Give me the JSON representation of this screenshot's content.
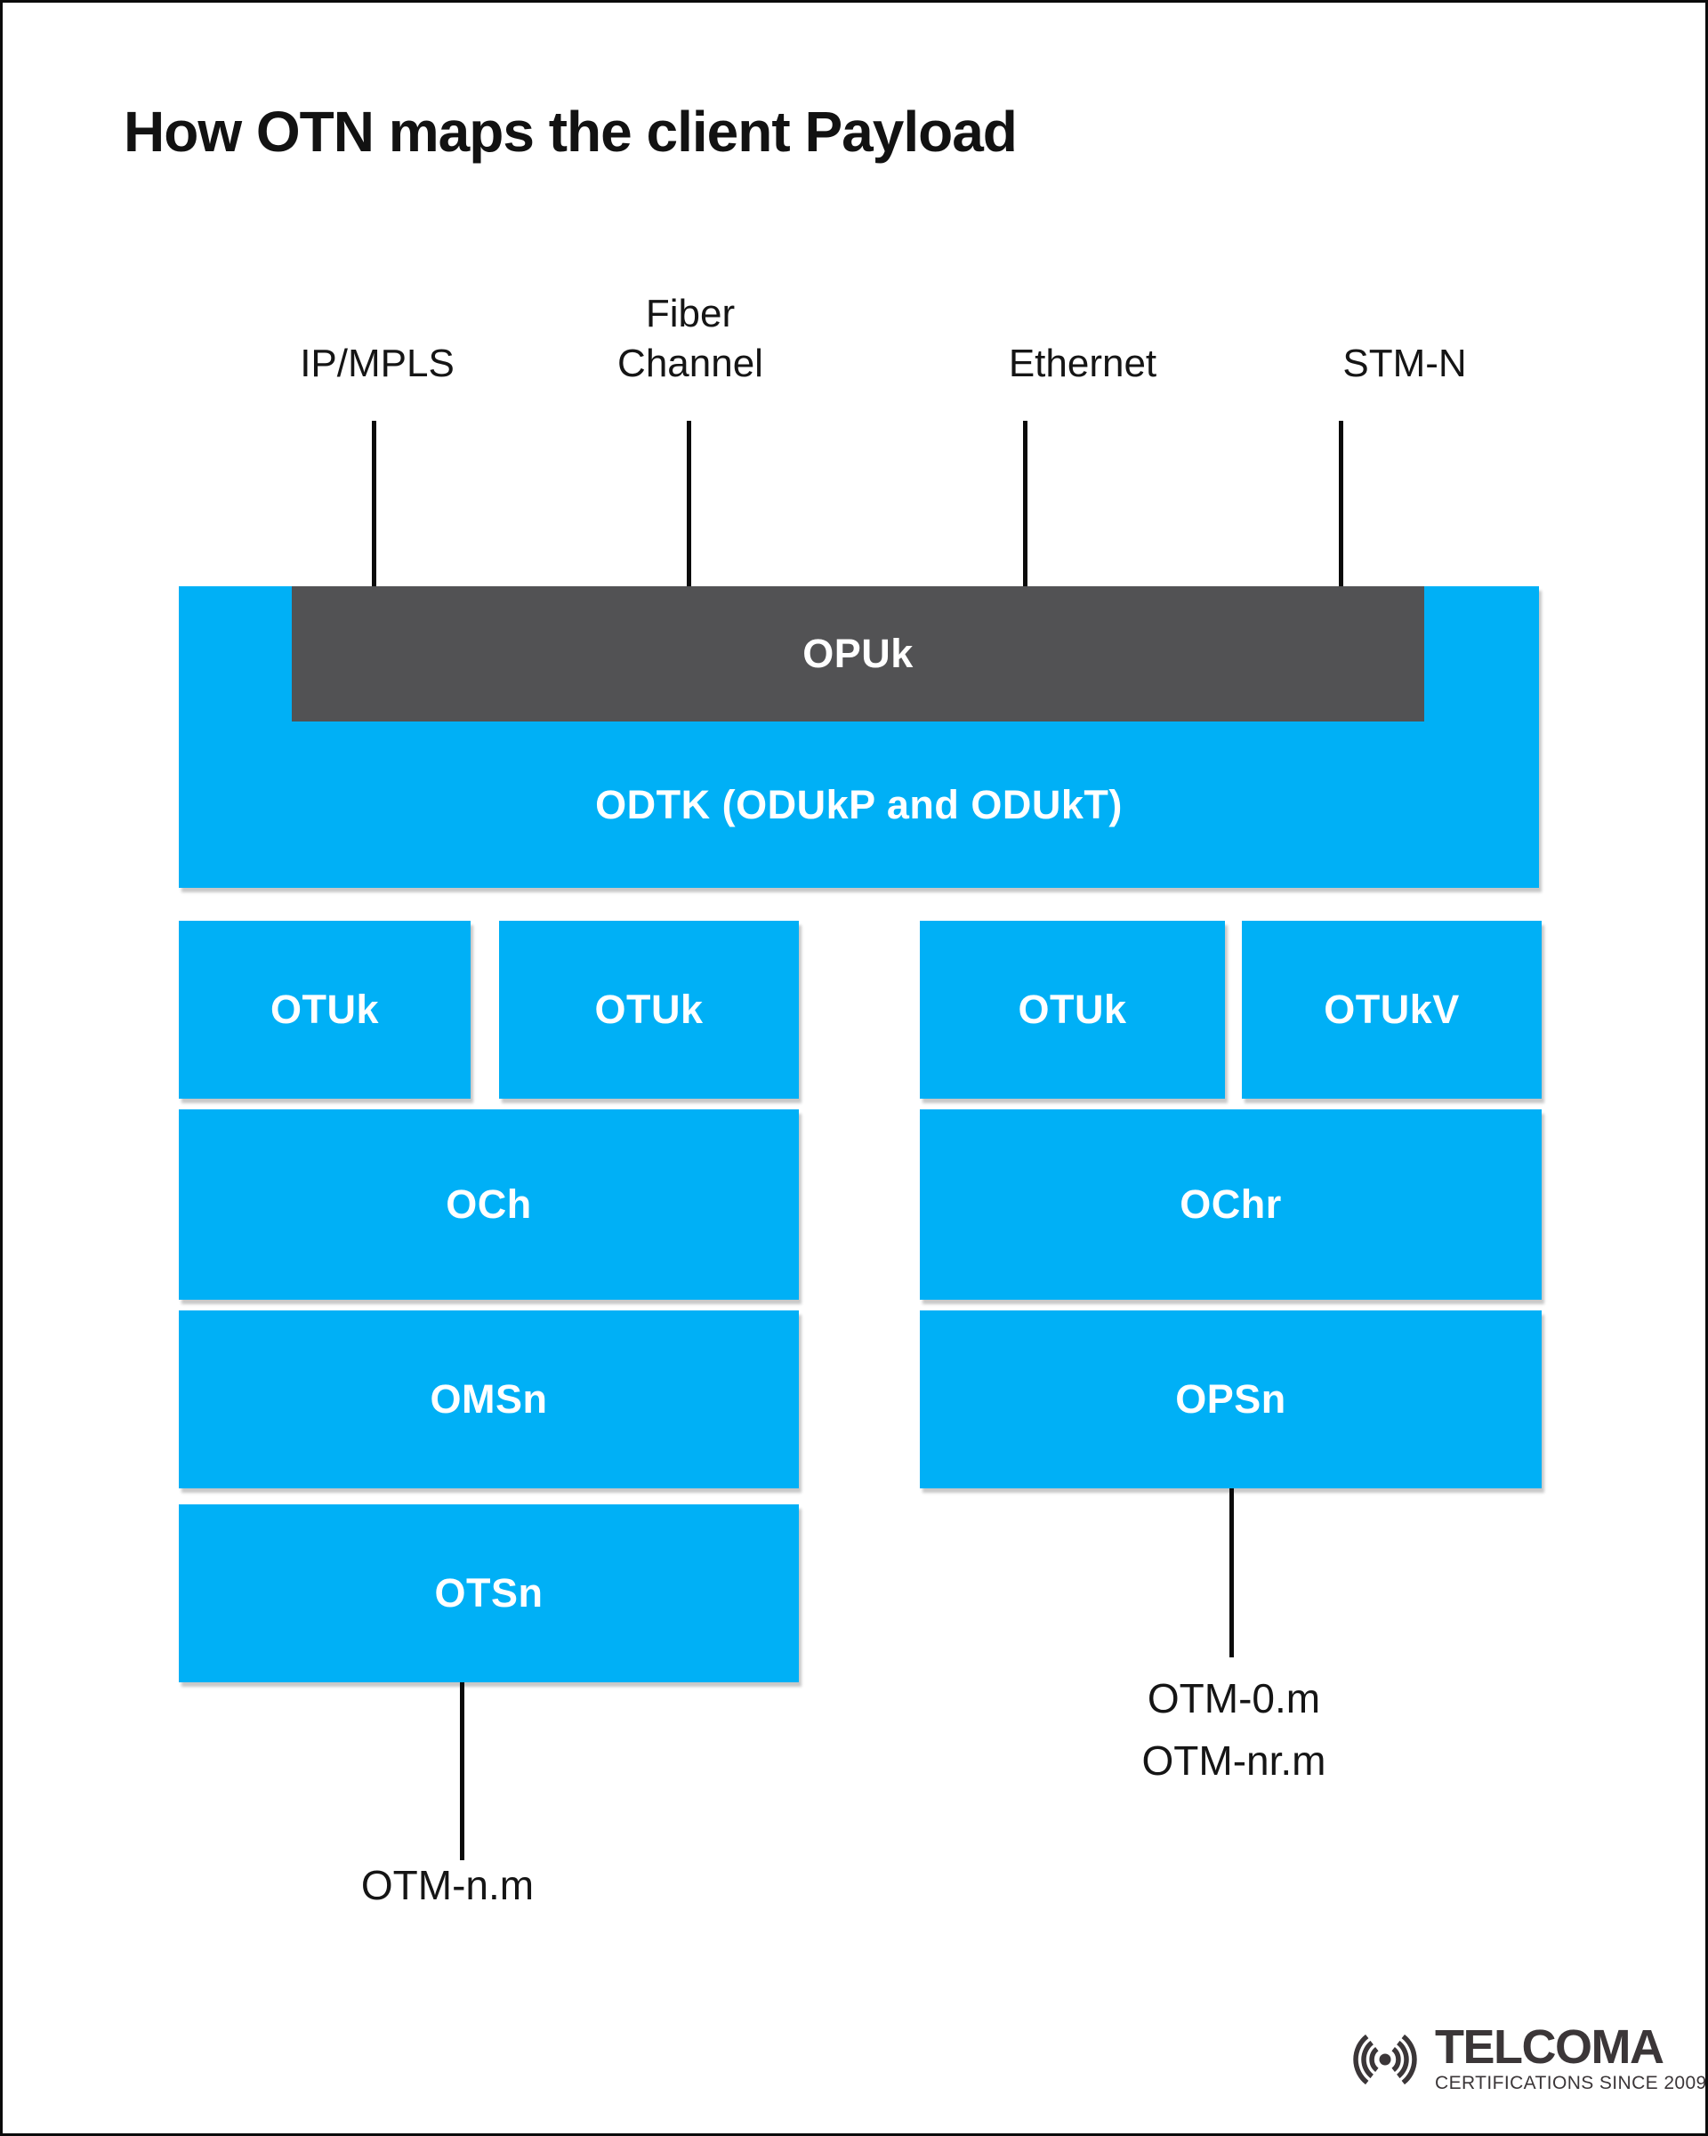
{
  "title": "How OTN maps the client Payload",
  "clients": [
    {
      "name": "ip-mpls",
      "lines": [
        "IP/MPLS"
      ]
    },
    {
      "name": "fiber-channel",
      "lines": [
        "Fiber",
        "Channel"
      ]
    },
    {
      "name": "ethernet",
      "lines": [
        "Ethernet"
      ]
    },
    {
      "name": "stm-n",
      "lines": [
        "STM-N"
      ]
    }
  ],
  "stack": {
    "opuk": "OPUk",
    "odtk": "ODTK (ODUkP and ODUkT)",
    "left": {
      "otuk_a": "OTUk",
      "otuk_b": "OTUk",
      "och": "OCh",
      "omsn": "OMSn",
      "otsn": "OTSn",
      "otm": "OTM-n.m"
    },
    "right": {
      "otuk": "OTUk",
      "otukv": "OTUkV",
      "ochr": "OChr",
      "opsn": "OPSn",
      "otm_line1": "OTM-0.m",
      "otm_line2": "OTM-nr.m"
    }
  },
  "logo": {
    "name": "TELCOMA",
    "tagline": "CERTIFICATIONS SINCE 2009"
  },
  "colors": {
    "box_cyan": "#00B0F6",
    "opuk_dark": "#525254",
    "line_black": "#0B0B0B",
    "logo_charcoal": "#3B3638",
    "background": "#FFFFFF"
  }
}
